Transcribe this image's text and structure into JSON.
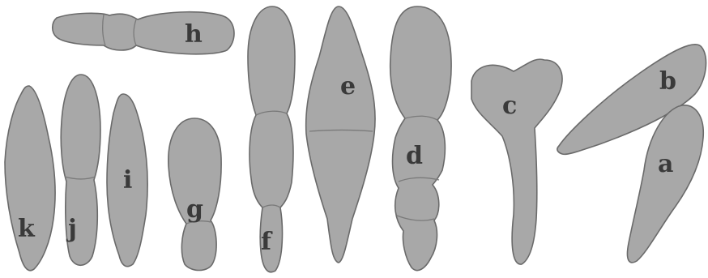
{
  "diagram": {
    "colors": {
      "cell_fill": "#a8a8a8",
      "cell_stroke": "#6a6a6a",
      "label": "#3a3a3a",
      "background": "#ffffff"
    },
    "labels": {
      "a": "a",
      "b": "b",
      "c": "c",
      "d": "d",
      "e": "e",
      "f": "f",
      "g": "g",
      "h": "h",
      "i": "i",
      "j": "j",
      "k": "k"
    }
  }
}
